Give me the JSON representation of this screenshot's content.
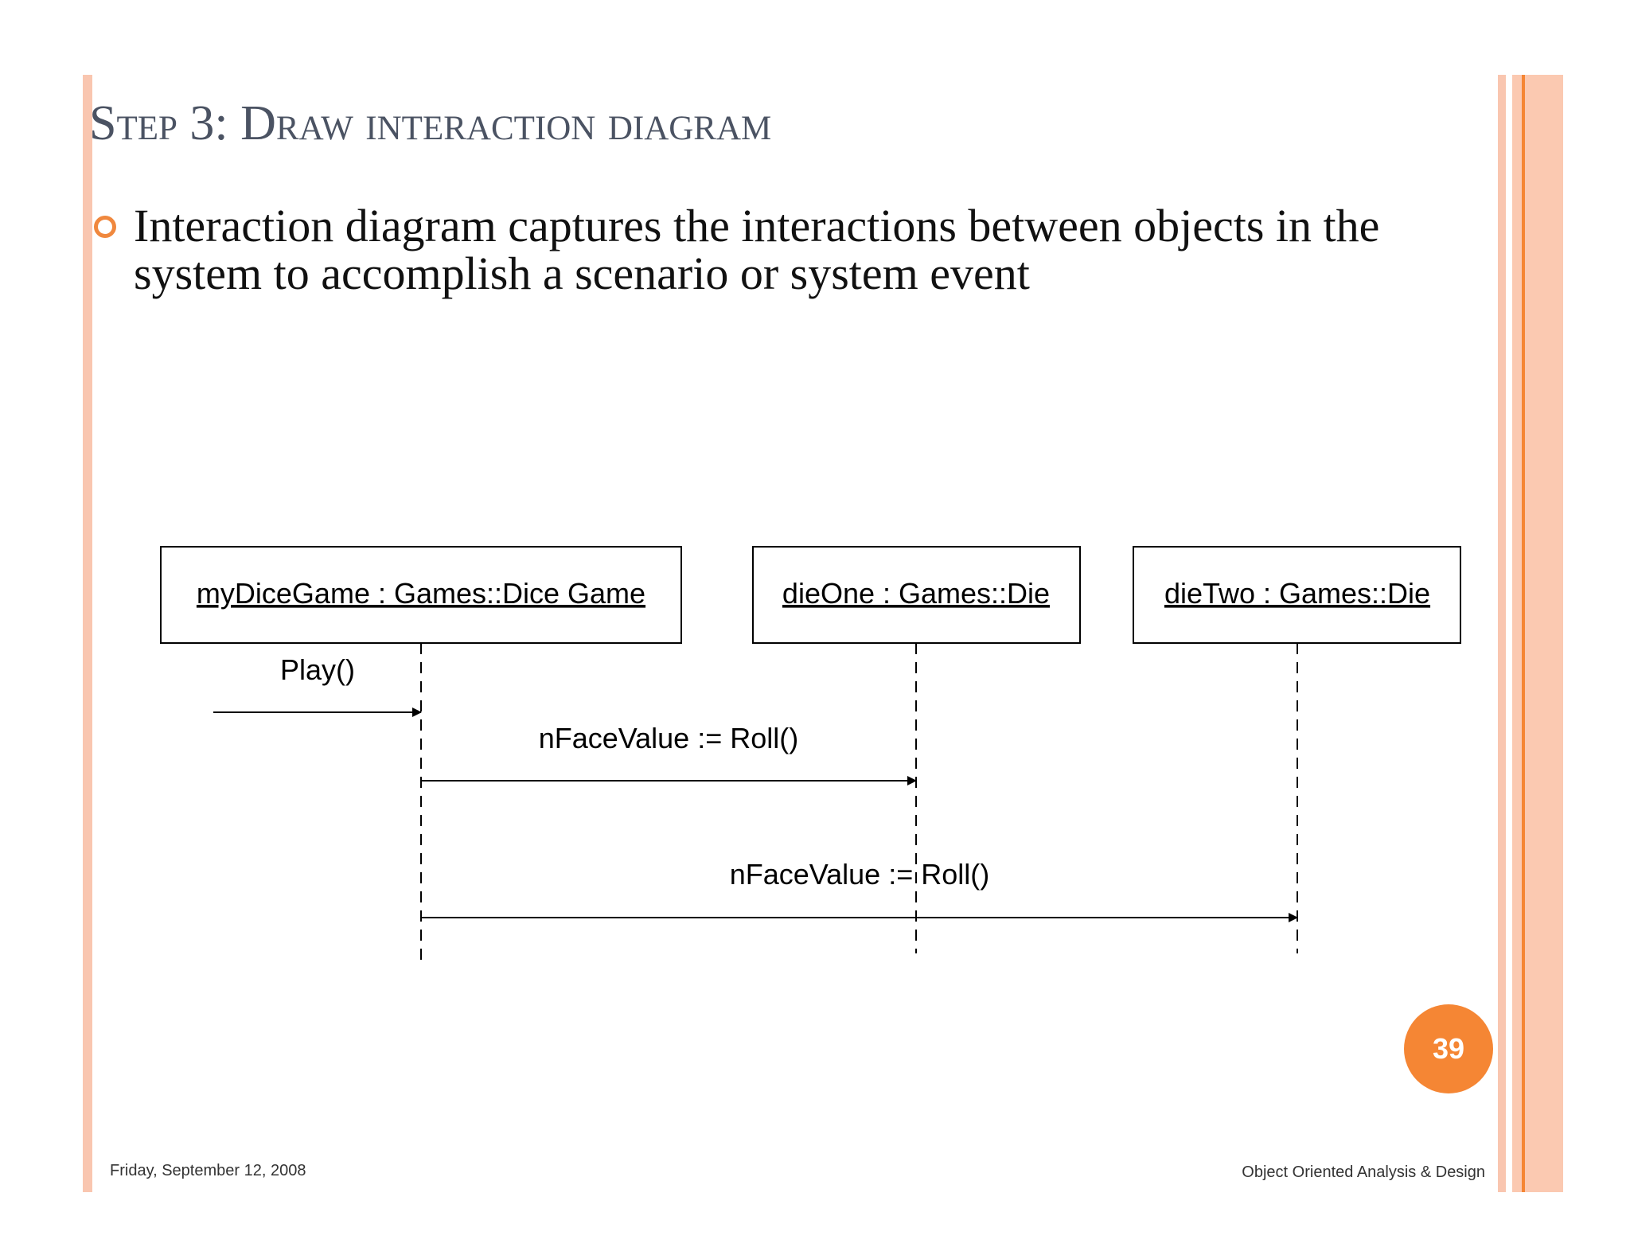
{
  "slide": {
    "title": "Step 3: Draw interaction diagram",
    "bullet": "Interaction diagram captures the interactions between objects in the system to accomplish a scenario or system event",
    "page_number": "39",
    "footer_date": "Friday, September 12, 2008",
    "footer_course": "Object Oriented Analysis & Design",
    "accent_color": "#f58634",
    "border_color": "#f9c6b0"
  },
  "diagram": {
    "objects": [
      {
        "label": "myDiceGame : Games::Dice Game"
      },
      {
        "label": "dieOne : Games::Die"
      },
      {
        "label": "dieTwo : Games::Die"
      }
    ],
    "messages": [
      {
        "label": "Play()",
        "from": "external",
        "to": 0
      },
      {
        "label": "nFaceValue := Roll()",
        "from": 0,
        "to": 1
      },
      {
        "label": "nFaceValue := Roll()",
        "from": 0,
        "to": 2
      }
    ]
  }
}
